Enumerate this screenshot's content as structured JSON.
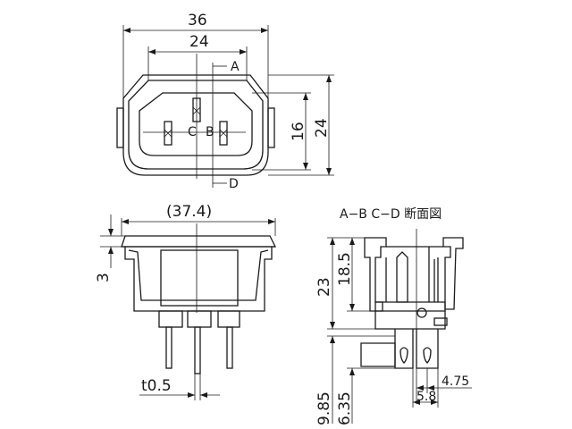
{
  "front_view": {
    "dim_overall_width": "36",
    "dim_inner_width": "24",
    "dim_inner_height": "16",
    "dim_overall_height": "24",
    "section_a": "A",
    "section_b": "B",
    "section_c": "C",
    "section_d": "D"
  },
  "side_view": {
    "dim_flange_width": "(37.4)",
    "dim_flange_thickness": "3",
    "dim_terminal_thickness": "t0.5"
  },
  "section_view": {
    "title": "A−B C−D 断面図",
    "dim_total_height": "23",
    "dim_body_height": "18.5",
    "dim_pin_length_a": "9.85",
    "dim_pin_length_b": "6.35",
    "dim_pin_pitch": "5.8",
    "dim_tab_width": "4.75"
  }
}
